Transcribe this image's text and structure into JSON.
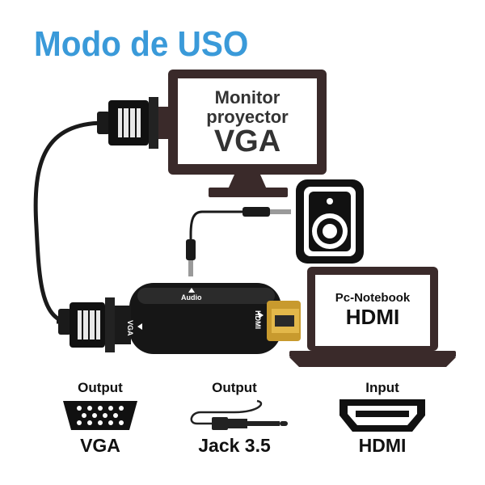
{
  "title": "Modo de USO",
  "monitor": {
    "line1": "Monitor",
    "line2": "proyector",
    "line3": "VGA"
  },
  "laptop": {
    "line1": "Pc-Notebook",
    "line2": "HDMI"
  },
  "adapter": {
    "audio_label": "Audio",
    "vga_label": "VGA",
    "hdmi_label": "HDMI"
  },
  "ports": [
    {
      "title": "Output",
      "name": "VGA",
      "icon": "vga-port-icon"
    },
    {
      "title": "Output",
      "name": "Jack 3.5",
      "icon": "jack-plug-icon"
    },
    {
      "title": "Input",
      "name": "HDMI",
      "icon": "hdmi-port-icon"
    }
  ],
  "colors": {
    "title": "#3a9ad9",
    "device": "#3a2a2a",
    "cable": "#1a1a1a"
  }
}
